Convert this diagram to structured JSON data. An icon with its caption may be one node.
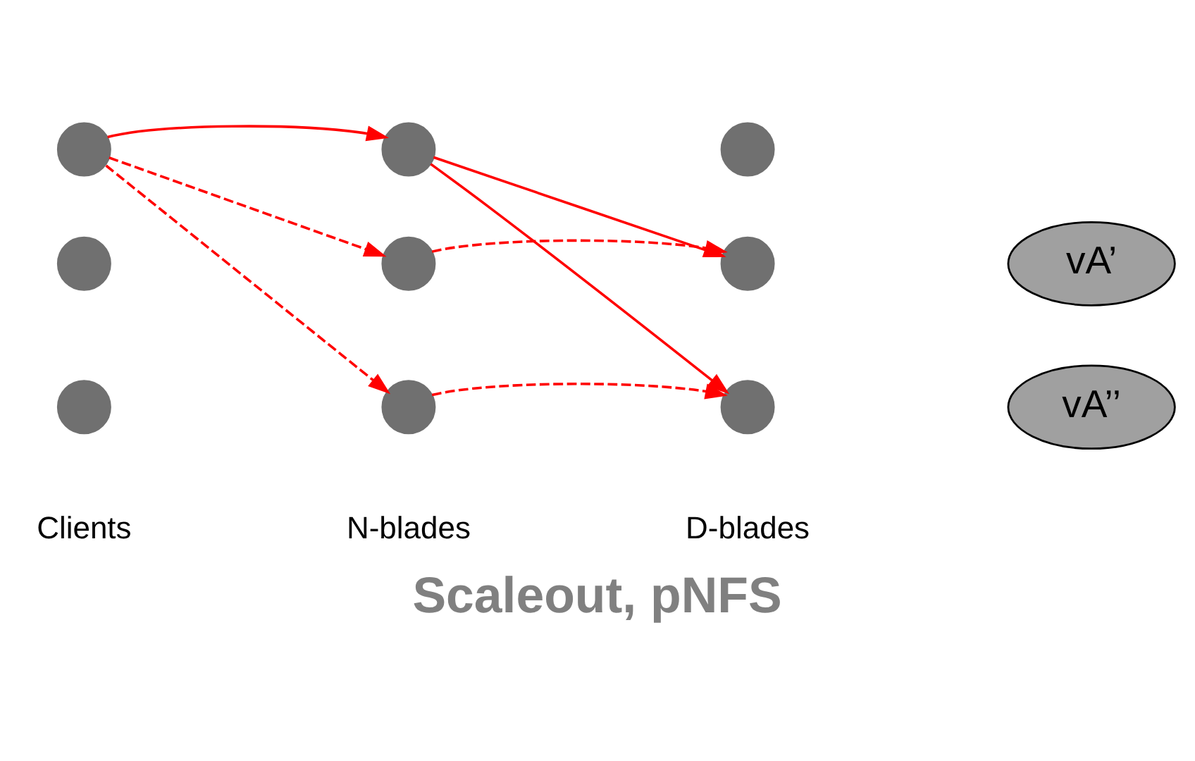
{
  "diagram": {
    "caption": "Scaleout, pNFS",
    "nodes": [
      {
        "text": [],
        "shape": "circle"
      },
      {
        "text": [],
        "shape": "circle"
      },
      {
        "text": [],
        "shape": "circle"
      },
      {
        "text": [],
        "shape": "circle"
      },
      {
        "text": [],
        "shape": "circle"
      },
      {
        "text": [],
        "shape": "circle"
      },
      {
        "text": [
          "vA’"
        ]
      },
      {
        "text": [],
        "shape": "circle"
      },
      {
        "text": [],
        "shape": "circle"
      },
      {
        "text": [],
        "shape": "circle"
      },
      {
        "text": [
          "vA’’"
        ]
      }
    ],
    "edges": [
      {
        "from": 0,
        "to": 1,
        "arrow": "to"
      },
      {
        "from": 0,
        "to": 4,
        "arrow": "to",
        "style": "dashed"
      },
      {
        "from": 0,
        "to": 8,
        "arrow": "to",
        "style": "dashed"
      },
      {
        "from": 1,
        "to": 5,
        "arrow": "to"
      },
      {
        "from": 1,
        "to": 9,
        "arrow": "to"
      },
      {
        "from": 4,
        "to": 5,
        "arrow": "to",
        "style": "dashed"
      },
      {
        "from": 8,
        "to": 9,
        "arrow": "to",
        "style": "dashed"
      }
    ],
    "labels": [
      "Clients",
      "N-blades",
      "D-blades"
    ]
  }
}
